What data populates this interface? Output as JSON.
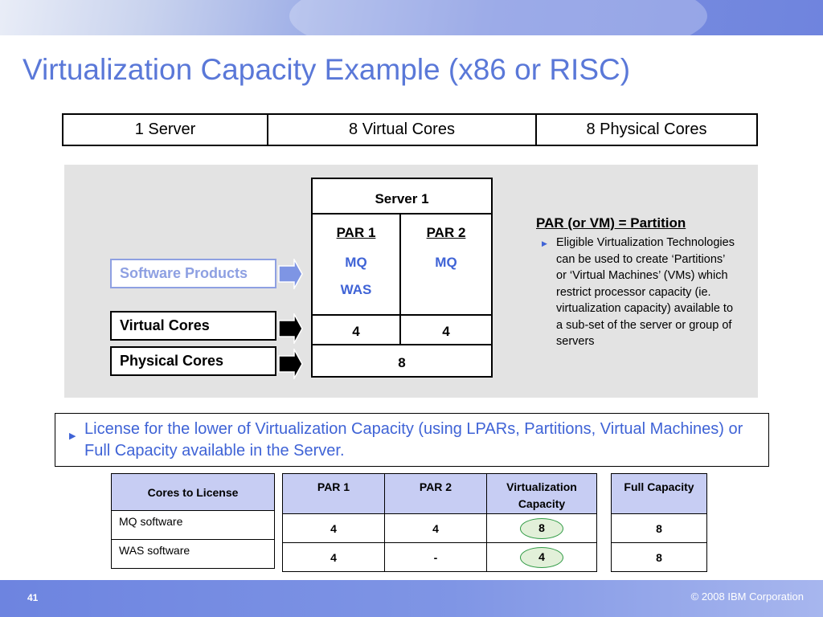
{
  "slide": {
    "title": "Virtualization Capacity Example (x86 or RISC)",
    "page_number": "41",
    "copyright": "© 2008 IBM Corporation"
  },
  "summary": [
    "1 Server",
    "8 Virtual Cores",
    "8 Physical Cores"
  ],
  "labels": {
    "software_products": "Software Products",
    "virtual_cores": "Virtual Cores",
    "physical_cores": "Physical Cores"
  },
  "server": {
    "title": "Server 1",
    "par1": {
      "name": "PAR 1",
      "products": [
        "MQ",
        "WAS"
      ],
      "virtual_cores": "4"
    },
    "par2": {
      "name": "PAR 2",
      "products": [
        "MQ"
      ],
      "virtual_cores": "4"
    },
    "physical_cores": "8"
  },
  "par_definition": {
    "title": "PAR (or VM) = Partition",
    "body": "Eligible Virtualization Technologies can be used to create ‘Partitions’ or ‘Virtual Machines’ (VMs) which restrict processor capacity (ie. virtualization capacity) available to a sub-set of the server or group of servers"
  },
  "license_note": "License for the lower of Virtualization Capacity (using LPARs, Partitions, Virtual Machines) or Full Capacity available in the Server.",
  "cores_table": {
    "header": "Cores to License",
    "rows": [
      "MQ software",
      "WAS software"
    ]
  },
  "capacity_table": {
    "headers": [
      "PAR 1",
      "PAR 2",
      "Virtualization Capacity"
    ],
    "rows": [
      [
        "4",
        "4",
        "8"
      ],
      [
        "4",
        "-",
        "4"
      ]
    ]
  },
  "full_table": {
    "header": "Full Capacity",
    "rows": [
      "8",
      "8"
    ]
  },
  "colors": {
    "title": "#5a78d8",
    "accent_blue": "#3f63d6",
    "header_fill": "#c7cdf3",
    "highlight_oval": "#2f9a44"
  }
}
